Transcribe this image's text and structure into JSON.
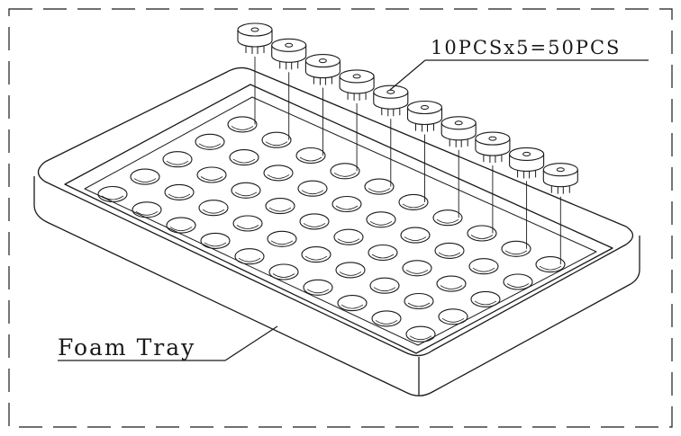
{
  "labels": {
    "quantity": "10PCSx5=50PCS",
    "tray": "Foam Tray"
  },
  "tray": {
    "rows": 5,
    "columns": 10
  },
  "buzzers": {
    "count": 10
  },
  "colors": {
    "line": "#1a1a1a",
    "background": "#ffffff"
  }
}
